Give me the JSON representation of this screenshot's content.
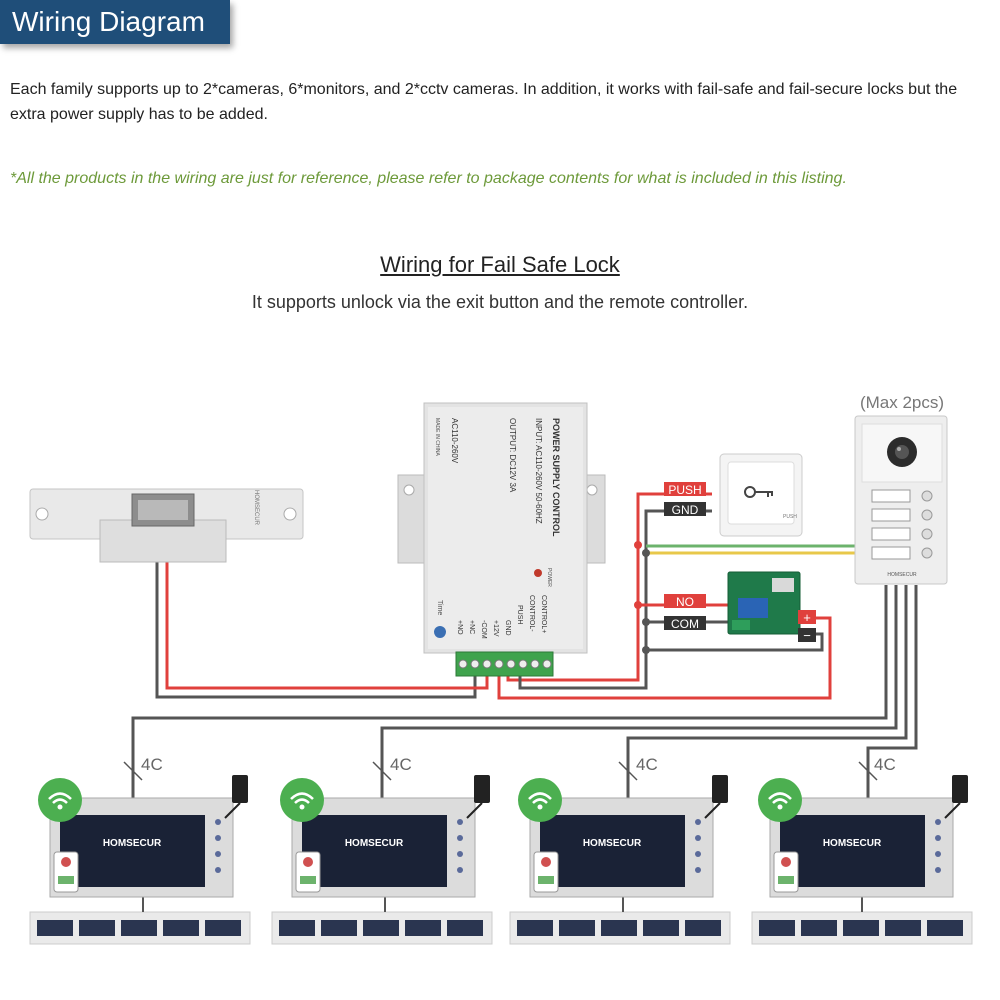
{
  "header": {
    "title": "Wiring Diagram"
  },
  "intro": "Each family supports up to 2*cameras, 6*monitors, and 2*cctv cameras. In addition, it works with fail-safe and fail-secure locks but the extra power supply has to be added.",
  "note": "*All the products in the wiring are just for reference, please refer to package contents for what is included in this listing.",
  "section": {
    "title": "Wiring for Fail Safe Lock",
    "subtitle": "It supports unlock via the exit button and the remote controller."
  },
  "labels": {
    "max_cameras": "(Max 2pcs)",
    "push": "PUSH",
    "gnd": "GND",
    "no": "NO",
    "com": "COM",
    "plus": "+",
    "minus": "−",
    "wire_4c": "4C",
    "brand": "HOMSECUR",
    "lock_brand": "HOMSECUR",
    "door_brand": "HOMSECUR",
    "exit_button_text": "PUSH",
    "power": "POWER",
    "time": "Time"
  },
  "psu_text": {
    "title": "POWER SUPPLY CONTROL",
    "input": "INPUT: AC110-260V 50-60HZ",
    "output": "OUTPUT: DC12V 3A",
    "ac": "AC110-260V",
    "made": "MADE IN CHINA",
    "terminals": [
      "+NO",
      "+NC",
      "-COM",
      "+12V",
      "GND",
      "PUSH",
      "CONTROL-",
      "CONTROL+"
    ]
  },
  "colors": {
    "header_bg": "#1f4e79",
    "note_green": "#6d9a3a",
    "wire_red": "#e0403c",
    "wire_dark": "#555555",
    "wire_yellow": "#e8c84a",
    "wire_green": "#6cb36c",
    "wifi_green": "#4caf50",
    "push_bg": "#e0403c",
    "gnd_bg": "#333333"
  },
  "monitors": [
    {
      "brand": "HOMSECUR",
      "wire": "4C"
    },
    {
      "brand": "HOMSECUR",
      "wire": "4C"
    },
    {
      "brand": "HOMSECUR",
      "wire": "4C"
    },
    {
      "brand": "HOMSECUR",
      "wire": "4C"
    }
  ]
}
